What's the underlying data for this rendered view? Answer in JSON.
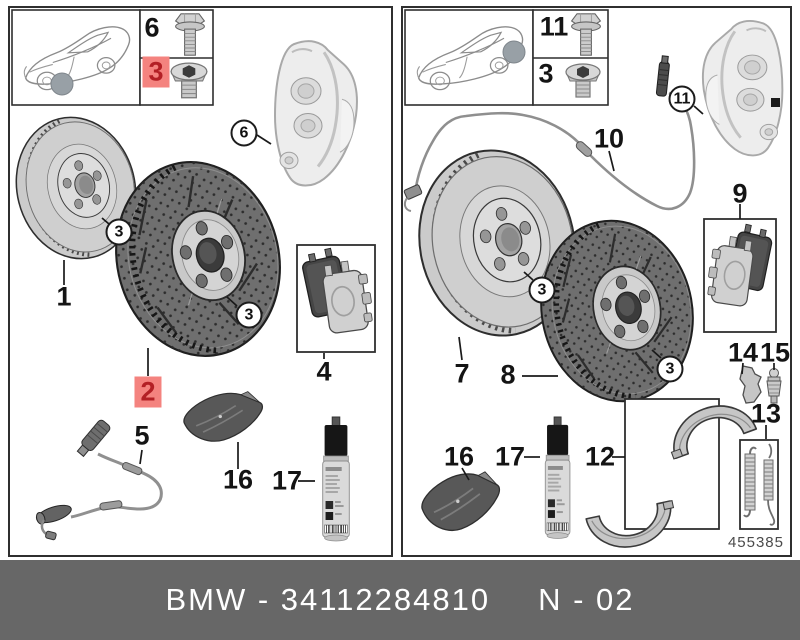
{
  "footer": {
    "brand_and_part": "BMW - 34112284810",
    "revision": "N - 02"
  },
  "drawing_number": "455385",
  "colors": {
    "highlight_bg": "#f4837f",
    "highlight_text": "#b32025",
    "footer_bg": "#676767"
  },
  "left_panel": {
    "inset": {
      "bolt_label": "6",
      "screw_label": "3"
    },
    "labels": {
      "disc_solid": "1",
      "disc_sport": "2",
      "hub_screw_a": "3",
      "hub_screw_b": "3",
      "pads": "4",
      "wear_sensor": "5",
      "caliper": "6",
      "grease": "16",
      "brake_cleaner": "17"
    }
  },
  "right_panel": {
    "inset": {
      "bolt_label": "11",
      "screw_label": "3"
    },
    "labels": {
      "disc_solid": "7",
      "disc_sport": "8",
      "hub_screw_a": "3",
      "hub_screw_b": "3",
      "pads": "9",
      "wear_sensor": "10",
      "caliper": "11",
      "shoes": "12",
      "spring_kit": "13",
      "adjuster": "14",
      "expander": "15",
      "grease": "16",
      "brake_cleaner": "17"
    }
  }
}
